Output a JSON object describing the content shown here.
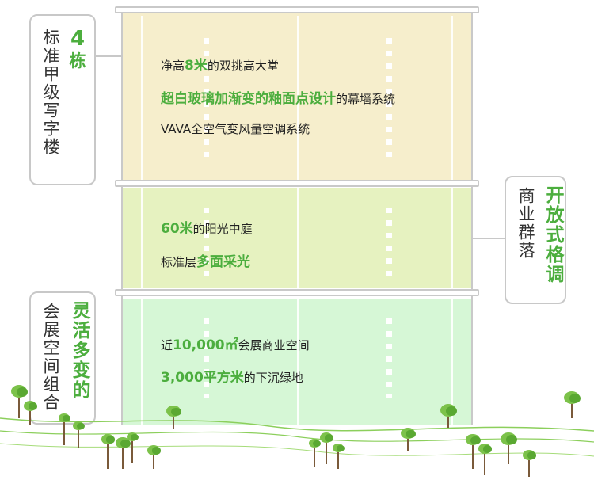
{
  "office": {
    "count": "4",
    "count_unit": "栋",
    "label": "标准甲级写字楼",
    "features": [
      {
        "pre": "净高",
        "hl": "8米",
        "post": "的双挑高大堂"
      },
      {
        "pre": "",
        "hl": "超白玻璃加渐变的釉面点设计",
        "post": "的幕墙系统"
      },
      {
        "pre": "VAVA全空气变风量空调系统",
        "hl": "",
        "post": ""
      }
    ]
  },
  "commercial": {
    "label": "商业群落",
    "accent": "开放式格调",
    "features": [
      {
        "pre": "",
        "hl": "60米",
        "post": "的阳光中庭"
      },
      {
        "pre": "标准层",
        "hl": "多面采光",
        "post": ""
      }
    ]
  },
  "exhibition": {
    "label": "会展空间组合",
    "accent": "灵活多变的",
    "features": [
      {
        "pre": "近",
        "hl": "10,000㎡",
        "post": "会展商业空间"
      },
      {
        "pre": "",
        "hl": "3,000平方米",
        "post": "的下沉绿地"
      }
    ]
  },
  "colors": {
    "accent_green": "#4cae3e",
    "office_bg": "#f6eecc",
    "commercial_bg": "#e6f2c0",
    "exhibition_bg": "#d6f7d6",
    "tree_green": "#7cc24a"
  }
}
